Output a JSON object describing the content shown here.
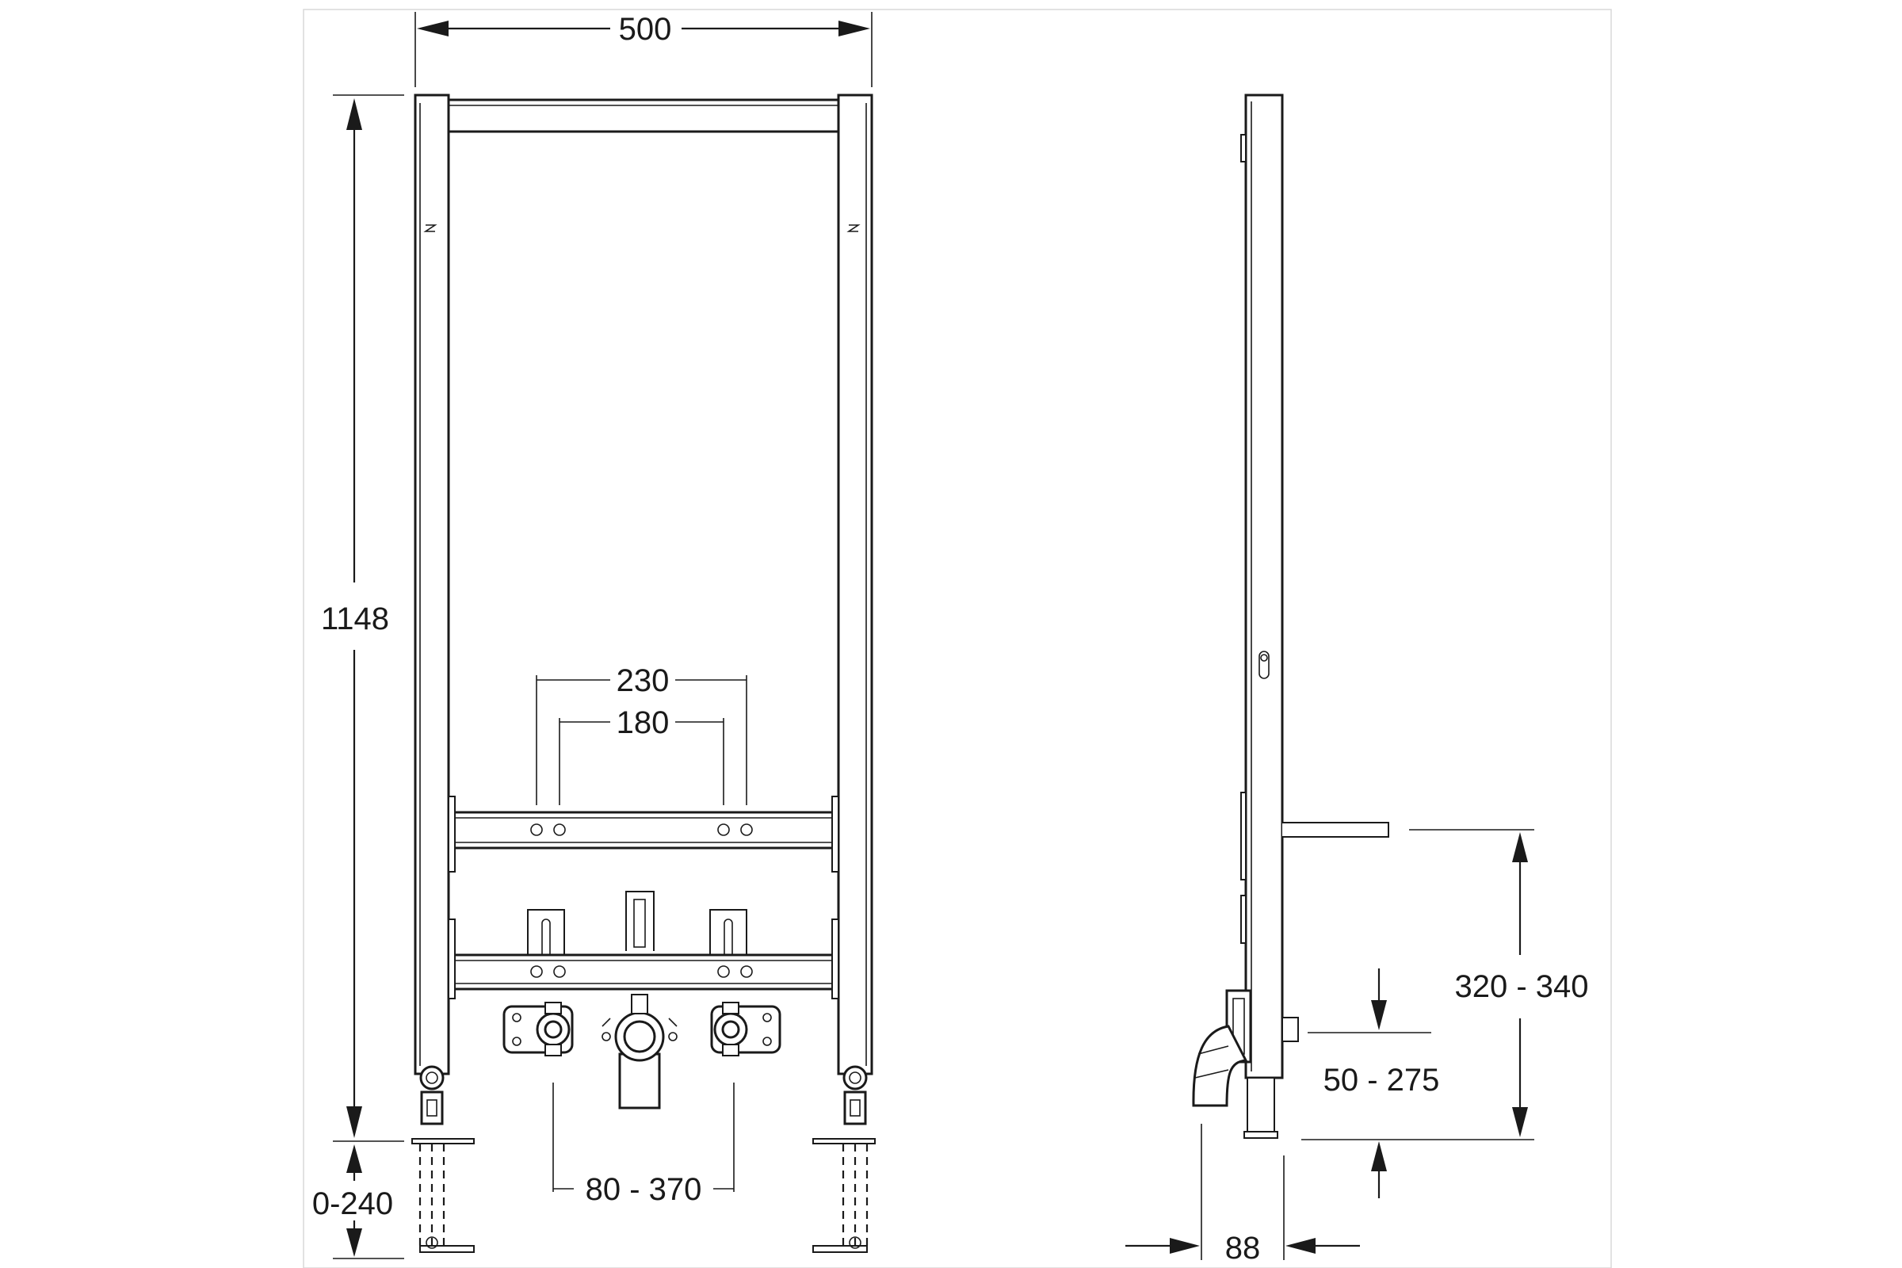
{
  "drawing": {
    "front_view": {
      "width_label": "500",
      "height_label": "1148",
      "foot_adjust_label": "0-240",
      "outer_hole_spacing_label": "230",
      "inner_hole_spacing_label": "180",
      "fitting_spacing_label": "80 - 370"
    },
    "side_view": {
      "support_height_label": "320 - 340",
      "drain_height_label": "50 - 275",
      "depth_label": "88"
    }
  }
}
